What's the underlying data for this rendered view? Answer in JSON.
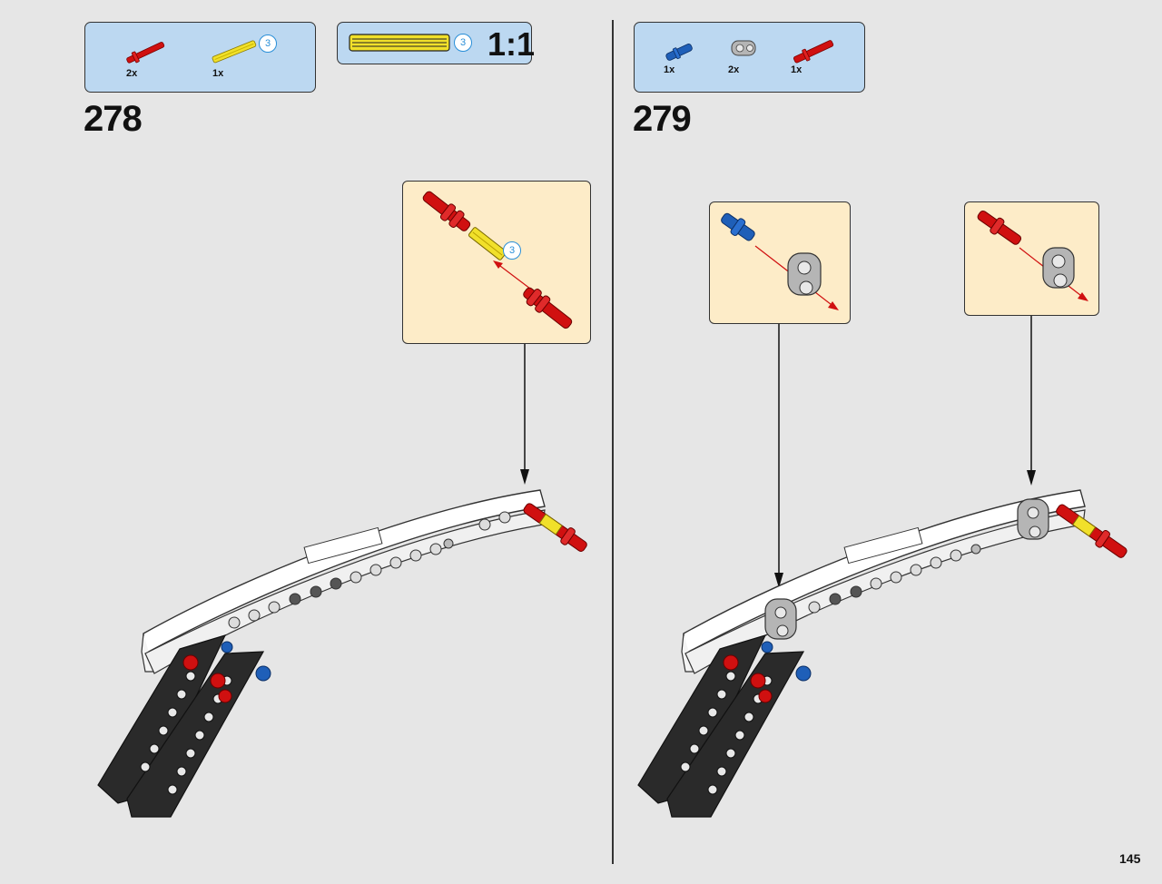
{
  "step_a": {
    "number": "278",
    "parts": [
      {
        "qty": "2x",
        "color": "#d01010",
        "icon": "red-axle-pin-icon"
      },
      {
        "qty": "1x",
        "color": "#f1e02a",
        "icon": "yellow-axle-icon",
        "length": "3"
      }
    ],
    "ruler": {
      "length": "3",
      "scale": "1:1"
    },
    "callout": {
      "axle_length": "3"
    }
  },
  "step_b": {
    "number": "279",
    "parts": [
      {
        "qty": "1x",
        "color": "#1f5fb8",
        "icon": "blue-axle-pin-icon"
      },
      {
        "qty": "2x",
        "color": "#a9a9a9",
        "icon": "grey-connector-icon"
      },
      {
        "qty": "1x",
        "color": "#d01010",
        "icon": "red-axle-pin-icon"
      }
    ]
  },
  "page_number": "145",
  "colors": {
    "parts_bg": "#bcd8f1",
    "callout_bg": "#fdecc8",
    "page_bg": "#e6e6e6",
    "arrow": "#d01010",
    "accent": "#2a8fd8"
  }
}
